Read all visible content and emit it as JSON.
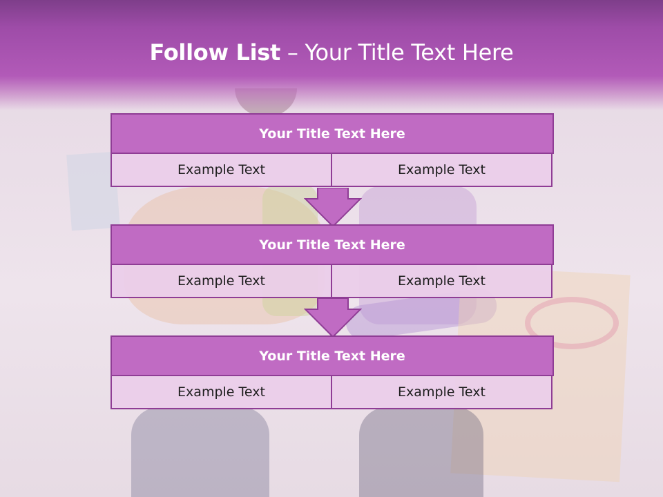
{
  "slide": {
    "title_bold": "Follow List",
    "title_dash": " – ",
    "title_rest": "Your Title Text Here"
  },
  "blocks": [
    {
      "title": "Your Title Text Here",
      "left": "Example Text",
      "right": "Example Text"
    },
    {
      "title": "Your Title Text Here",
      "left": "Example Text",
      "right": "Example Text"
    },
    {
      "title": "Your Title Text Here",
      "left": "Example Text",
      "right": "Example Text"
    }
  ],
  "colors": {
    "header": "#9e4ca8",
    "block_title": "#c06bc3",
    "block_border": "#8f3d95",
    "cell": "#ebcde9",
    "arrow": "#c06bc3"
  }
}
